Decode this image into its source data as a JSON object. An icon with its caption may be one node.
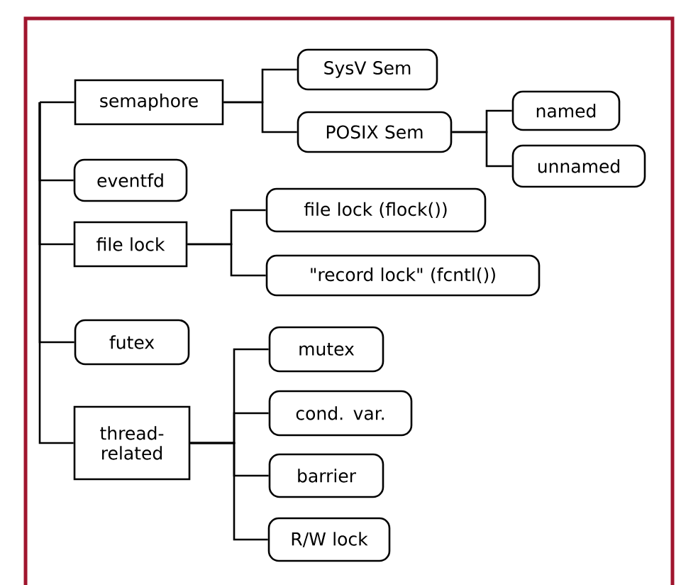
{
  "diagram": {
    "nodes": [
      {
        "text": [
          "semaphore"
        ]
      },
      {
        "text": [
          "SysV Sem"
        ]
      },
      {
        "text": [
          "POSIX Sem"
        ]
      },
      {
        "text": [
          "named"
        ]
      },
      {
        "text": [
          "unnamed"
        ]
      },
      {
        "text": [
          "eventfd"
        ]
      },
      {
        "text": [
          "file lock"
        ]
      },
      {
        "text": [
          "file lock (flock())"
        ]
      },
      {
        "text": [
          "\"record lock\" (fcntl())"
        ]
      },
      {
        "text": [
          "futex"
        ]
      },
      {
        "text": [
          "thread-related"
        ]
      },
      {
        "text": [
          "mutex"
        ]
      },
      {
        "text": [
          "cond. var."
        ]
      },
      {
        "text": [
          "barrier"
        ]
      },
      {
        "text": [
          "R/W lock"
        ]
      }
    ],
    "edges": [
      {
        "from": null,
        "to": 0,
        "arrow": "none"
      },
      {
        "from": null,
        "to": 5,
        "arrow": "none"
      },
      {
        "from": null,
        "to": 6,
        "arrow": "none"
      },
      {
        "from": null,
        "to": 9,
        "arrow": "none"
      },
      {
        "from": null,
        "to": 10,
        "arrow": "none"
      },
      {
        "from": 0,
        "to": 1,
        "arrow": "none"
      },
      {
        "from": 0,
        "to": 2,
        "arrow": "none"
      },
      {
        "from": 2,
        "to": 3,
        "arrow": "none"
      },
      {
        "from": 2,
        "to": 4,
        "arrow": "none"
      },
      {
        "from": 6,
        "to": 7,
        "arrow": "none"
      },
      {
        "from": 6,
        "to": 8,
        "arrow": "none"
      },
      {
        "from": 10,
        "to": 11,
        "arrow": "none"
      },
      {
        "from": 10,
        "to": 12,
        "arrow": "none"
      },
      {
        "from": 10,
        "to": 13,
        "arrow": "none"
      },
      {
        "from": 10,
        "to": 14,
        "arrow": "none"
      }
    ]
  }
}
